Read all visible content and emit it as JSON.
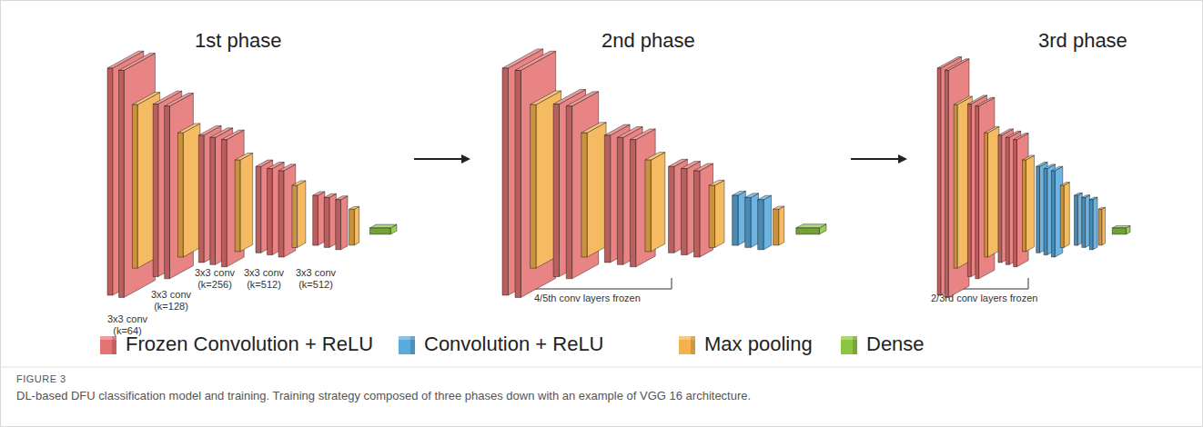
{
  "diagram": {
    "caption": "DL-based DFU classification model and training. Training strategy composed of three phases down with an example of VGG 16 architecture.",
    "labels": [
      "1st phase",
      "2nd phase",
      "3rd phase",
      "3x3 conv (k=64)",
      "3x3 conv (k=128)",
      "3x3 conv (k=256)",
      "3x3 conv (k=512)",
      "3x3 conv (k=512)",
      "4/5th conv layers frozen",
      "2/3rd conv layers frozen",
      "FIGURE 3"
    ],
    "legend": [
      {
        "text": "Frozen Convolution + ReLU",
        "color": "#e57373"
      },
      {
        "text": "Convolution + ReLU",
        "color": "#5aaadd"
      },
      {
        "text": "Max pooling",
        "color": "#f4b24e"
      },
      {
        "text": "Dense",
        "color": "#8cc63f"
      }
    ]
  }
}
